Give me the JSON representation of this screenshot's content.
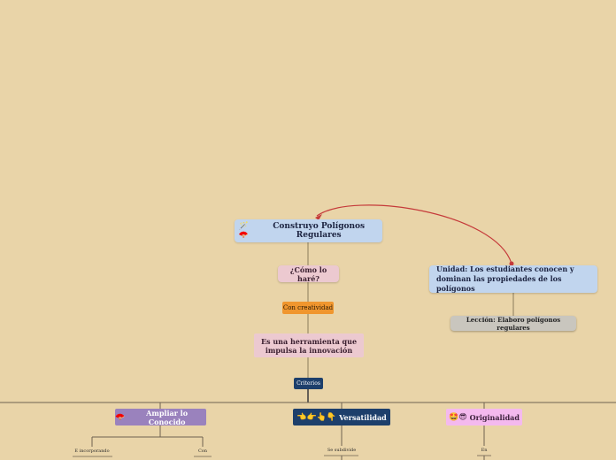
{
  "main": {
    "icons": "🪄🪭",
    "label": "Construyo Polígonos Regulares"
  },
  "como": {
    "label": "¿Cómo lo haré?"
  },
  "creatividad": {
    "label": "Con  creatividad"
  },
  "herramienta": {
    "label": "Es una herramienta que impulsa la innovación"
  },
  "criterios": {
    "label": "Criterios"
  },
  "unidad": {
    "label": "Unidad: Los estudiantes conocen y dominan las propiedades de los polígonos"
  },
  "leccion": {
    "label": "Lección: Elaboro polígonos regulares"
  },
  "ampliar": {
    "icons": "🪭",
    "label": "Ampliar lo Conocido"
  },
  "versatilidad": {
    "icons": "👈👉👆👇",
    "label": "Versatilidad"
  },
  "originalidad": {
    "icons": "🤩😎",
    "label": "Originalidad"
  },
  "sublabels": {
    "incorporando": "E incorporando",
    "con": "Con",
    "subdivide": "Se subdivide",
    "en": "En"
  },
  "colors": {
    "background": "#e9d4a8",
    "relationship_arrow": "#c53a3a",
    "connector": "#7a6a4e"
  }
}
